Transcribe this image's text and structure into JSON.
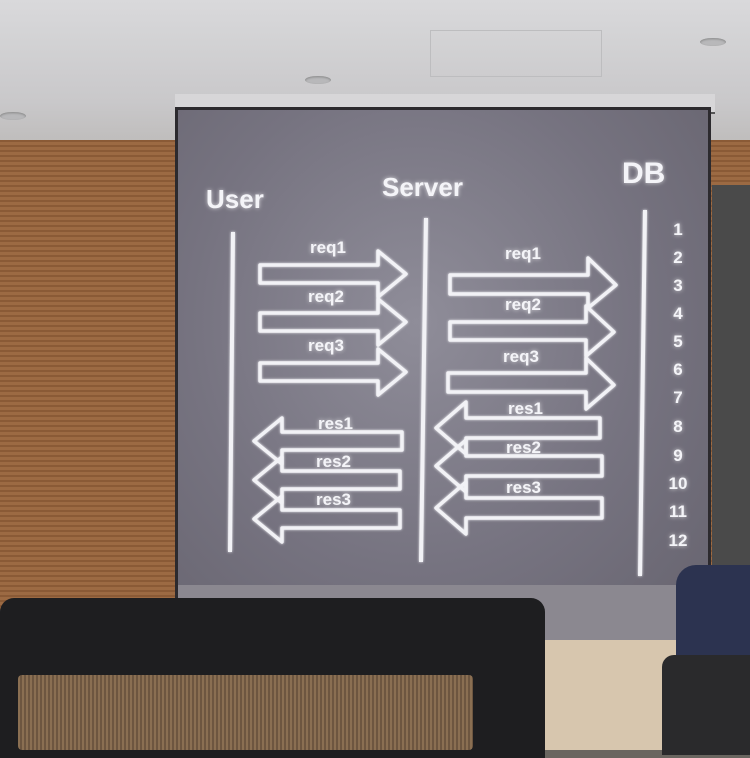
{
  "slide": {
    "columns": {
      "user": "User",
      "server": "Server",
      "db": "DB"
    },
    "requests_user_to_server": [
      "req1",
      "req2",
      "req3"
    ],
    "responses_server_to_user": [
      "res1",
      "res2",
      "res3"
    ],
    "requests_server_to_db": [
      "req1",
      "req2",
      "req3"
    ],
    "responses_db_to_server": [
      "res1",
      "res2",
      "res3"
    ],
    "time_steps": [
      "1",
      "2",
      "3",
      "4",
      "5",
      "6",
      "7",
      "8",
      "9",
      "10",
      "11",
      "12"
    ]
  },
  "colors": {
    "screen": "#7a7785",
    "slide_text": "#f4f4f8",
    "wall": "#9c6a43",
    "chair": "#1e1e20"
  }
}
